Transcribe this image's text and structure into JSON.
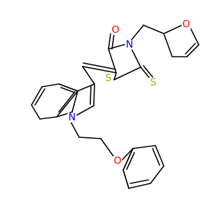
{
  "molecule": {
    "atoms": {
      "O_carbonyl": {
        "symbol": "O",
        "color": "#ff0000"
      },
      "N_rhodanine": {
        "symbol": "N",
        "color": "#0000ff"
      },
      "S_ring": {
        "symbol": "S",
        "color": "#b2a800"
      },
      "S_thione": {
        "symbol": "S",
        "color": "#b2a800"
      },
      "O_furan": {
        "symbol": "O",
        "color": "#ff0000"
      },
      "N_indole": {
        "symbol": "N",
        "color": "#0000ff"
      },
      "O_ether": {
        "symbol": "O",
        "color": "#ff0000"
      }
    },
    "bond_color": "#000000"
  }
}
